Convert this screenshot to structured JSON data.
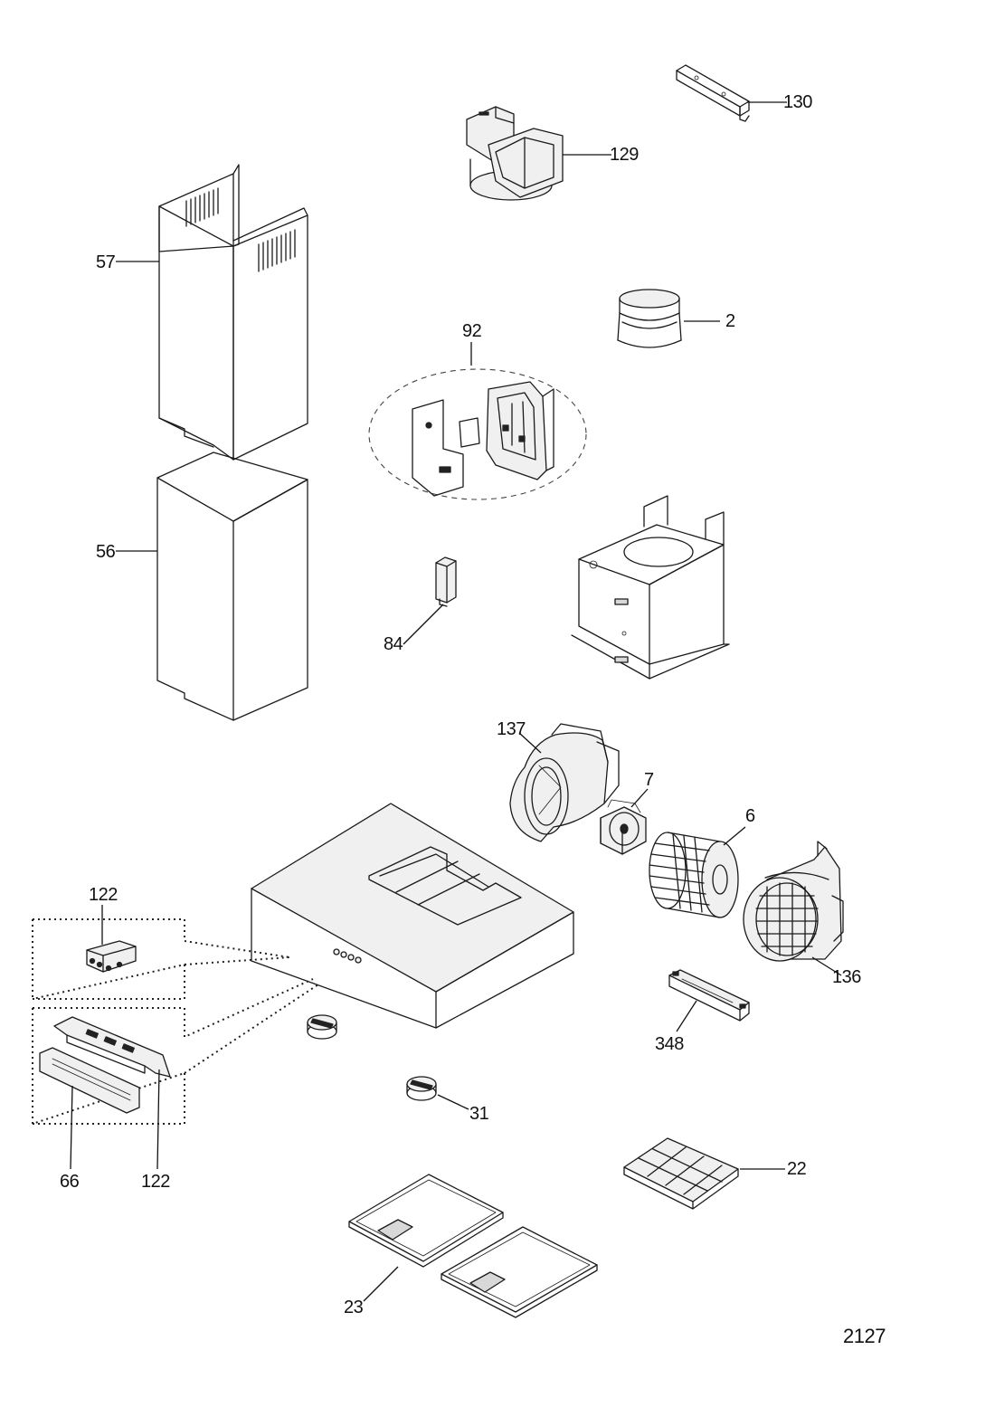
{
  "drawing_number": "2127",
  "callouts": {
    "c130": "130",
    "c129": "129",
    "c57": "57",
    "c2": "2",
    "c92": "92",
    "c56": "56",
    "c84": "84",
    "c137": "137",
    "c7": "7",
    "c6": "6",
    "c122a": "122",
    "c136": "136",
    "c348": "348",
    "c31": "31",
    "c66": "66",
    "c122b": "122",
    "c22": "22",
    "c23": "23"
  }
}
